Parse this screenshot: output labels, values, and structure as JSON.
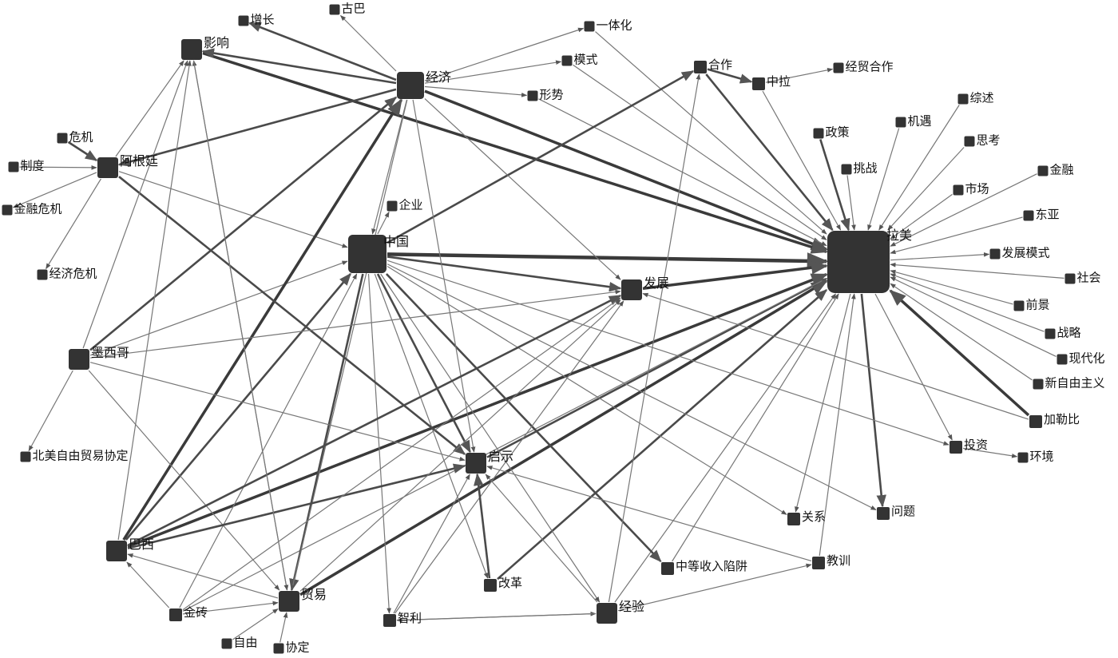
{
  "colors": {
    "node": "#333333",
    "edge": "#666666",
    "label": "#111111",
    "background": "#ffffff"
  },
  "nodes": [
    {
      "id": "lamei",
      "label": "拉美",
      "weight": 5
    },
    {
      "id": "zhongguo",
      "label": "中国",
      "weight": 4
    },
    {
      "id": "jingji",
      "label": "经济",
      "weight": 3
    },
    {
      "id": "fazhan",
      "label": "发展",
      "weight": 2
    },
    {
      "id": "qishi",
      "label": "启示",
      "weight": 2
    },
    {
      "id": "maoyi",
      "label": "贸易",
      "weight": 2
    },
    {
      "id": "agenting",
      "label": "阿根廷",
      "weight": 2
    },
    {
      "id": "yingxiang",
      "label": "影响",
      "weight": 2
    },
    {
      "id": "moxige",
      "label": "墨西哥",
      "weight": 2
    },
    {
      "id": "baxi",
      "label": "巴西",
      "weight": 2
    },
    {
      "id": "jingyan",
      "label": "经验",
      "weight": 2
    },
    {
      "id": "jinzhuan",
      "label": "金砖",
      "weight": 1
    },
    {
      "id": "zhili",
      "label": "智利",
      "weight": 1
    },
    {
      "id": "gaige",
      "label": "改革",
      "weight": 1
    },
    {
      "id": "zhongdeng",
      "label": "中等收入陷阱",
      "weight": 1
    },
    {
      "id": "jiaoxun",
      "label": "教训",
      "weight": 1
    },
    {
      "id": "guanxi",
      "label": "关系",
      "weight": 1
    },
    {
      "id": "wenti",
      "label": "问题",
      "weight": 1
    },
    {
      "id": "touzi",
      "label": "投资",
      "weight": 1
    },
    {
      "id": "huanjing",
      "label": "环境",
      "weight": 0
    },
    {
      "id": "jialebi",
      "label": "加勒比",
      "weight": 1
    },
    {
      "id": "xinziyou",
      "label": "新自由主义",
      "weight": 0
    },
    {
      "id": "xiandaihua",
      "label": "现代化",
      "weight": 0
    },
    {
      "id": "zhanlue",
      "label": "战略",
      "weight": 0
    },
    {
      "id": "qianjing",
      "label": "前景",
      "weight": 0
    },
    {
      "id": "shehui",
      "label": "社会",
      "weight": 0
    },
    {
      "id": "fazhanmoshi",
      "label": "发展模式",
      "weight": 0
    },
    {
      "id": "dongya",
      "label": "东亚",
      "weight": 0
    },
    {
      "id": "jinrong",
      "label": "金融",
      "weight": 0
    },
    {
      "id": "shichang",
      "label": "市场",
      "weight": 0
    },
    {
      "id": "sikao",
      "label": "思考",
      "weight": 0
    },
    {
      "id": "zongshu",
      "label": "综述",
      "weight": 0
    },
    {
      "id": "jiyu",
      "label": "机遇",
      "weight": 0
    },
    {
      "id": "tiaozhan",
      "label": "挑战",
      "weight": 0
    },
    {
      "id": "zhengce",
      "label": "政策",
      "weight": 0
    },
    {
      "id": "hezuo",
      "label": "合作",
      "weight": 1
    },
    {
      "id": "zhongla",
      "label": "中拉",
      "weight": 1
    },
    {
      "id": "jingmao",
      "label": "经贸合作",
      "weight": 0
    },
    {
      "id": "yitihua",
      "label": "一体化",
      "weight": 0
    },
    {
      "id": "moshi",
      "label": "模式",
      "weight": 0
    },
    {
      "id": "xingshi",
      "label": "形势",
      "weight": 0
    },
    {
      "id": "guba",
      "label": "古巴",
      "weight": 0
    },
    {
      "id": "zengzhang",
      "label": "增长",
      "weight": 0
    },
    {
      "id": "qiye",
      "label": "企业",
      "weight": 0
    },
    {
      "id": "weiji",
      "label": "危机",
      "weight": 0
    },
    {
      "id": "zhidu",
      "label": "制度",
      "weight": 0
    },
    {
      "id": "jinrongweiji",
      "label": "金融危机",
      "weight": 0
    },
    {
      "id": "jingjiweiji",
      "label": "经济危机",
      "weight": 0
    },
    {
      "id": "beimei",
      "label": "北美自由贸易协定",
      "weight": 0
    },
    {
      "id": "ziyou",
      "label": "自由",
      "weight": 0
    },
    {
      "id": "xieding",
      "label": "协定",
      "weight": 0
    }
  ],
  "edges": [
    [
      "zhongguo",
      "lamei",
      4
    ],
    [
      "jingji",
      "lamei",
      3
    ],
    [
      "yingxiang",
      "lamei",
      3
    ],
    [
      "fazhan",
      "lamei",
      3
    ],
    [
      "baxi",
      "lamei",
      3
    ],
    [
      "maoyi",
      "lamei",
      3
    ],
    [
      "jialebi",
      "lamei",
      3
    ],
    [
      "hezuo",
      "lamei",
      2
    ],
    [
      "qishi",
      "lamei",
      2
    ],
    [
      "gaige",
      "lamei",
      2
    ],
    [
      "zhengce",
      "lamei",
      2
    ],
    [
      "tiaozhan",
      "lamei",
      1
    ],
    [
      "jiyu",
      "lamei",
      1
    ],
    [
      "zongshu",
      "lamei",
      1
    ],
    [
      "sikao",
      "lamei",
      1
    ],
    [
      "jinrong",
      "lamei",
      1
    ],
    [
      "shichang",
      "lamei",
      1
    ],
    [
      "dongya",
      "lamei",
      1
    ],
    [
      "lamei",
      "fazhanmoshi",
      1
    ],
    [
      "shehui",
      "lamei",
      1
    ],
    [
      "qianjing",
      "lamei",
      1
    ],
    [
      "zhanlue",
      "lamei",
      1
    ],
    [
      "xiandaihua",
      "lamei",
      1
    ],
    [
      "xinziyou",
      "lamei",
      1
    ],
    [
      "lamei",
      "touzi",
      1
    ],
    [
      "lamei",
      "wenti",
      2
    ],
    [
      "lamei",
      "guanxi",
      1
    ],
    [
      "jiaoxun",
      "lamei",
      1
    ],
    [
      "zhongdeng",
      "lamei",
      1
    ],
    [
      "jingyan",
      "lamei",
      1
    ],
    [
      "zhongla",
      "lamei",
      1
    ],
    [
      "moshi",
      "lamei",
      1
    ],
    [
      "yitihua",
      "lamei",
      1
    ],
    [
      "xingshi",
      "lamei",
      1
    ],
    [
      "jinzhuan",
      "lamei",
      1
    ],
    [
      "zhongguo",
      "fazhan",
      2
    ],
    [
      "zhongguo",
      "qishi",
      2
    ],
    [
      "zhongguo",
      "maoyi",
      2
    ],
    [
      "zhongguo",
      "zhili",
      1
    ],
    [
      "zhongguo",
      "gaige",
      1
    ],
    [
      "zhongguo",
      "zhongdeng",
      2
    ],
    [
      "zhongguo",
      "guanxi",
      1
    ],
    [
      "zhongguo",
      "wenti",
      1
    ],
    [
      "zhongguo",
      "touzi",
      1
    ],
    [
      "zhongguo",
      "jingyan",
      1
    ],
    [
      "zhongguo",
      "qiye",
      1
    ],
    [
      "agenting",
      "zhongguo",
      1
    ],
    [
      "moxige",
      "zhongguo",
      1
    ],
    [
      "baxi",
      "zhongguo",
      2
    ],
    [
      "jinzhuan",
      "zhongguo",
      1
    ],
    [
      "zhongguo",
      "hezuo",
      2
    ],
    [
      "jingji",
      "yitihua",
      1
    ],
    [
      "jingji",
      "moshi",
      1
    ],
    [
      "jingji",
      "xingshi",
      1
    ],
    [
      "jingji",
      "guba",
      1
    ],
    [
      "jingji",
      "zengzhang",
      2
    ],
    [
      "jingji",
      "zhongguo",
      1
    ],
    [
      "jingji",
      "agenting",
      2
    ],
    [
      "jingji",
      "maoyi",
      1
    ],
    [
      "jingji",
      "qishi",
      1
    ],
    [
      "jingji",
      "fazhan",
      1
    ],
    [
      "jingji",
      "yingxiang",
      1
    ],
    [
      "moxige",
      "jingji",
      2
    ],
    [
      "baxi",
      "jingji",
      3
    ],
    [
      "agenting",
      "yingxiang",
      1
    ],
    [
      "agenting",
      "qishi",
      2
    ],
    [
      "weiji",
      "agenting",
      2
    ],
    [
      "zhidu",
      "agenting",
      1
    ],
    [
      "agenting",
      "jinrongweiji",
      1
    ],
    [
      "agenting",
      "jingjiweiji",
      1
    ],
    [
      "moxige",
      "yingxiang",
      1
    ],
    [
      "moxige",
      "beimei",
      1
    ],
    [
      "moxige",
      "qishi",
      1
    ],
    [
      "moxige",
      "maoyi",
      1
    ],
    [
      "moxige",
      "fazhan",
      1
    ],
    [
      "baxi",
      "yingxiang",
      1
    ],
    [
      "baxi",
      "fazhan",
      2
    ],
    [
      "baxi",
      "qishi",
      2
    ],
    [
      "maoyi",
      "baxi",
      1
    ],
    [
      "jinzhuan",
      "baxi",
      1
    ],
    [
      "maoyi",
      "yingxiang",
      1
    ],
    [
      "yingxiang",
      "maoyi",
      1
    ],
    [
      "jinzhuan",
      "maoyi",
      1
    ],
    [
      "ziyou",
      "maoyi",
      1
    ],
    [
      "xieding",
      "maoyi",
      1
    ],
    [
      "jinzhuan",
      "fazhan",
      1
    ],
    [
      "maoyi",
      "fazhan",
      1
    ],
    [
      "zhili",
      "fazhan",
      1
    ],
    [
      "gaige",
      "qishi",
      2
    ],
    [
      "zhili",
      "qishi",
      1
    ],
    [
      "jingyan",
      "qishi",
      1
    ],
    [
      "jiaoxun",
      "qishi",
      1
    ],
    [
      "zhili",
      "jingyan",
      1
    ],
    [
      "jingyan",
      "zhili",
      1
    ],
    [
      "jingyan",
      "jiaoxun",
      1
    ],
    [
      "jingyan",
      "hezuo",
      1
    ],
    [
      "jialebi",
      "fazhan",
      1
    ],
    [
      "hezuo",
      "zhongla",
      2
    ],
    [
      "zhongla",
      "jingmao",
      1
    ],
    [
      "touzi",
      "huanjing",
      1
    ],
    [
      "jingji",
      "yingxiang",
      2
    ]
  ]
}
